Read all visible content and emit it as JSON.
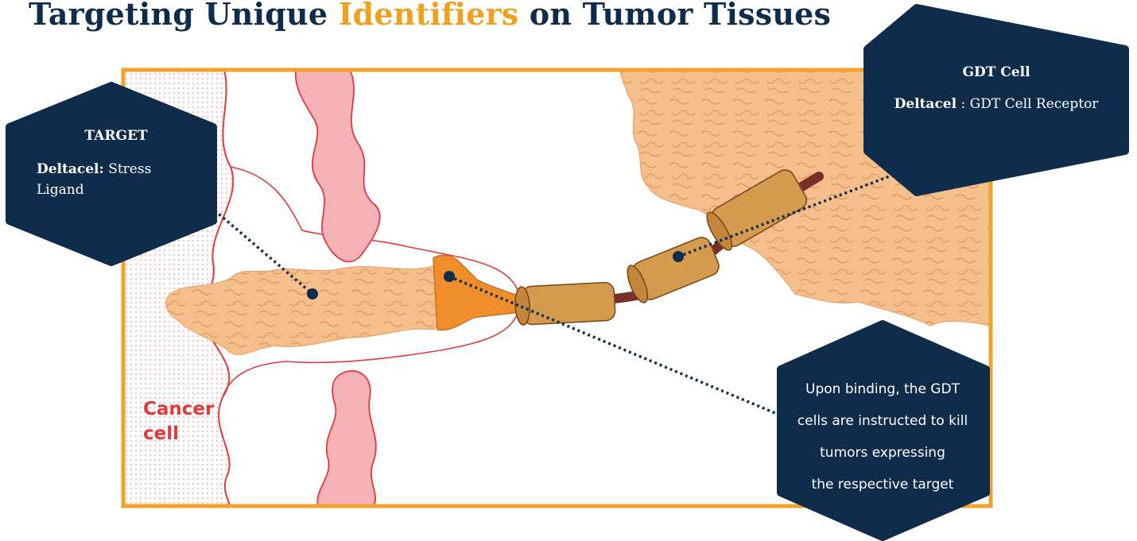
{
  "title": {
    "part1": "Targeting Unique ",
    "accent": "Identifiers",
    "part2": " on Tumor Tissues"
  },
  "target_box": {
    "title": "TARGET",
    "bold_label": "Deltacel:",
    "text": " Stress Ligand"
  },
  "gdt_box": {
    "title": "GDT Cell",
    "bold_label": "Deltacel",
    "text": " : GDT Cell Receptor"
  },
  "binding_box": {
    "lines": [
      "Upon binding, the GDT",
      "cells are instructed to kill",
      "tumors expressing",
      "the respective target"
    ]
  },
  "cancer_label": "Cancer cell",
  "colors": {
    "navy": "#0f2d4a",
    "accent_orange": "#f0a01e",
    "frame_orange": "#f2a12a",
    "cell_peach": "#f4bf8d",
    "receptor_tan": "#d49a4e",
    "cancer_red": "#e23a3a",
    "cancer_pink": "#f5b3b8"
  },
  "icons": [
    "dotted-connector",
    "hexagon-callout"
  ]
}
